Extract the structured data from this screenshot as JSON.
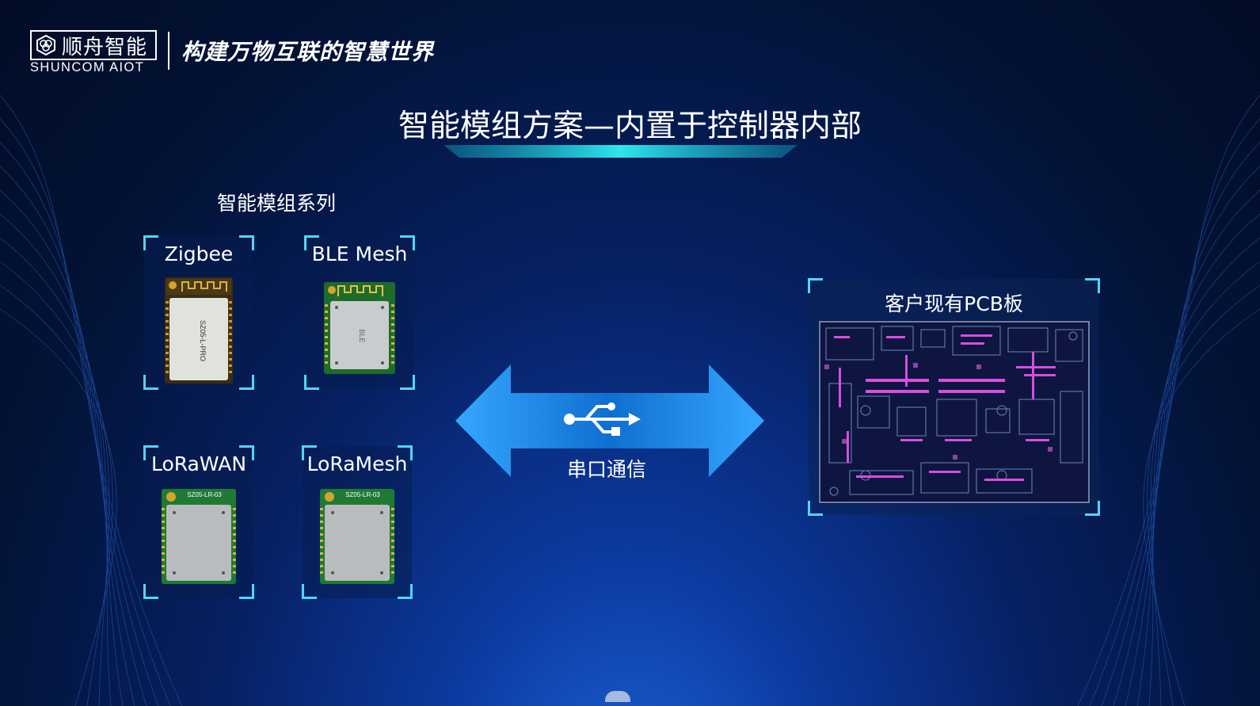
{
  "header": {
    "logo_cn": "顺舟智能",
    "logo_en": "SHUNCOM AIOT",
    "slogan": "构建万物互联的智慧世界"
  },
  "title": "智能模组方案—内置于控制器内部",
  "series_label": "智能模组系列",
  "modules": [
    {
      "name": "Zigbee",
      "chip_text": "SZ05-L-PRO"
    },
    {
      "name": "BLE Mesh",
      "chip_text": "BLE"
    },
    {
      "name": "LoRaWAN",
      "chip_text": "SZ05-LR-03"
    },
    {
      "name": "LoRaMesh",
      "chip_text": "SZ05-LR-03"
    }
  ],
  "connection": {
    "label": "串口通信",
    "icon": "usb-icon"
  },
  "pcb": {
    "title": "客户现有PCB板"
  },
  "colors": {
    "accent": "#4fd6ff",
    "arrow": "#1e8fe6",
    "pcb_trace": "#d94ddf"
  }
}
